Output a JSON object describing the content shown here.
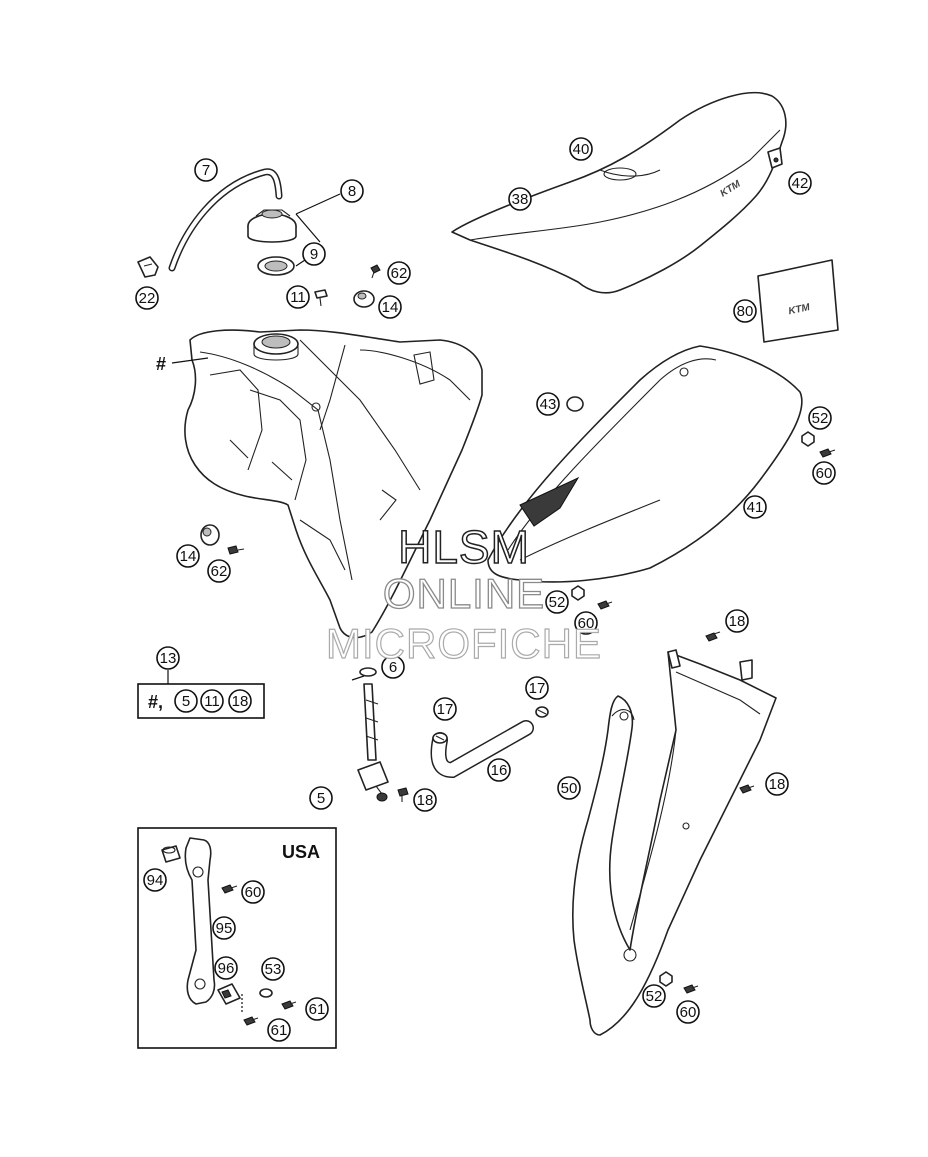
{
  "callouts": [
    {
      "label": "7"
    },
    {
      "label": "8"
    },
    {
      "label": "9"
    },
    {
      "label": "22"
    },
    {
      "label": "62"
    },
    {
      "label": "11"
    },
    {
      "label": "14"
    },
    {
      "label": "40"
    },
    {
      "label": "38"
    },
    {
      "label": "42"
    },
    {
      "label": "80"
    },
    {
      "label": "43"
    },
    {
      "label": "52"
    },
    {
      "label": "60"
    },
    {
      "label": "41"
    },
    {
      "label": "14"
    },
    {
      "label": "62"
    },
    {
      "label": "52"
    },
    {
      "label": "60"
    },
    {
      "label": "13"
    },
    {
      "label": "6"
    },
    {
      "label": "18"
    },
    {
      "label": "17"
    },
    {
      "label": "17"
    },
    {
      "label": "16"
    },
    {
      "label": "5"
    },
    {
      "label": "18"
    },
    {
      "label": "50"
    },
    {
      "label": "18"
    },
    {
      "label": "94"
    },
    {
      "label": "60"
    },
    {
      "label": "95"
    },
    {
      "label": "96"
    },
    {
      "label": "53"
    },
    {
      "label": "61"
    },
    {
      "label": "61"
    },
    {
      "label": "52"
    },
    {
      "label": "60"
    }
  ],
  "kit_box": {
    "prefix": "#,",
    "items": [
      "5",
      "11",
      "18"
    ]
  },
  "tank_marker": "#",
  "usa_box": {
    "title": "USA"
  },
  "seat_logo": "KTM",
  "watermark": {
    "line1": "HLSM",
    "line2": "ONLINE",
    "line3": "MICROFICHE"
  }
}
